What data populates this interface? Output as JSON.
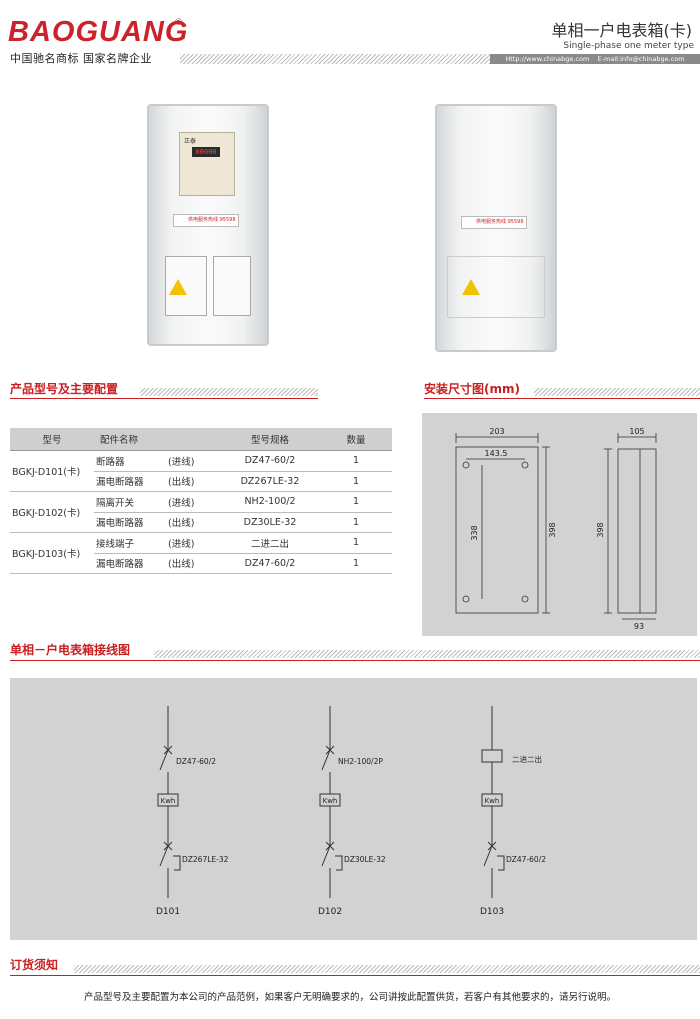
{
  "header": {
    "brand": "BAOGUANG",
    "registered": "®",
    "tagline": "中国驰名商标  国家名牌企业",
    "title": "单相一户电表箱(卡)",
    "subtitle_en": "Single-phase one meter type",
    "url": "Http://www.chinabge.com",
    "email": "E-mail:info@chinabge.com"
  },
  "product_photo": {
    "meter_brand": "正泰",
    "meter_display": "00000",
    "label_text": "供电服务热线  95598"
  },
  "sections": {
    "config_title": "产品型号及主要配置",
    "dimension_title": "安装尺寸图(mm)",
    "wiring_title": "单相－户电表箱接线图",
    "order_title": "订货须知"
  },
  "spec_table": {
    "headers": [
      "型号",
      "配件名称",
      "型号规格",
      "数量"
    ],
    "groups": [
      {
        "model": "BGKJ-D101(卡)",
        "rows": [
          {
            "part": "断路器",
            "dir": "(进线)",
            "spec": "DZ47-60/2",
            "qty": "1"
          },
          {
            "part": "漏电断路器",
            "dir": "(出线)",
            "spec": "DZ267LE-32",
            "qty": "1"
          }
        ]
      },
      {
        "model": "BGKJ-D102(卡)",
        "rows": [
          {
            "part": "隔离开关",
            "dir": "(进线)",
            "spec": "NH2-100/2",
            "qty": "1"
          },
          {
            "part": "漏电断路器",
            "dir": "(出线)",
            "spec": "DZ30LE-32",
            "qty": "1"
          }
        ]
      },
      {
        "model": "BGKJ-D103(卡)",
        "rows": [
          {
            "part": "接线端子",
            "dir": "(进线)",
            "spec": "二进二出",
            "qty": "1"
          },
          {
            "part": "漏电断路器",
            "dir": "(出线)",
            "spec": "DZ47-60/2",
            "qty": "1"
          }
        ]
      }
    ]
  },
  "dimensions": {
    "front_width": "203",
    "hole_spacing_h": "143.5",
    "hole_spacing_v": "338",
    "front_height": "398",
    "side_depth_top": "105",
    "side_height": "398",
    "side_depth_bottom": "93"
  },
  "wiring": {
    "kwh_label": "Kwh",
    "diagrams": [
      {
        "name": "D101",
        "top": "DZ47-60/2",
        "bottom": "DZ267LE-32"
      },
      {
        "name": "D102",
        "top": "NH2-100/2P",
        "bottom": "DZ30LE-32"
      },
      {
        "name": "D103",
        "top": "二进二出",
        "bottom": "DZ47-60/2"
      }
    ]
  },
  "notice": "产品型号及主要配置为本公司的产品范例，如果客户无明确要求的，公司讲按此配置供货，若客户有其他要求的，请另行说明。"
}
